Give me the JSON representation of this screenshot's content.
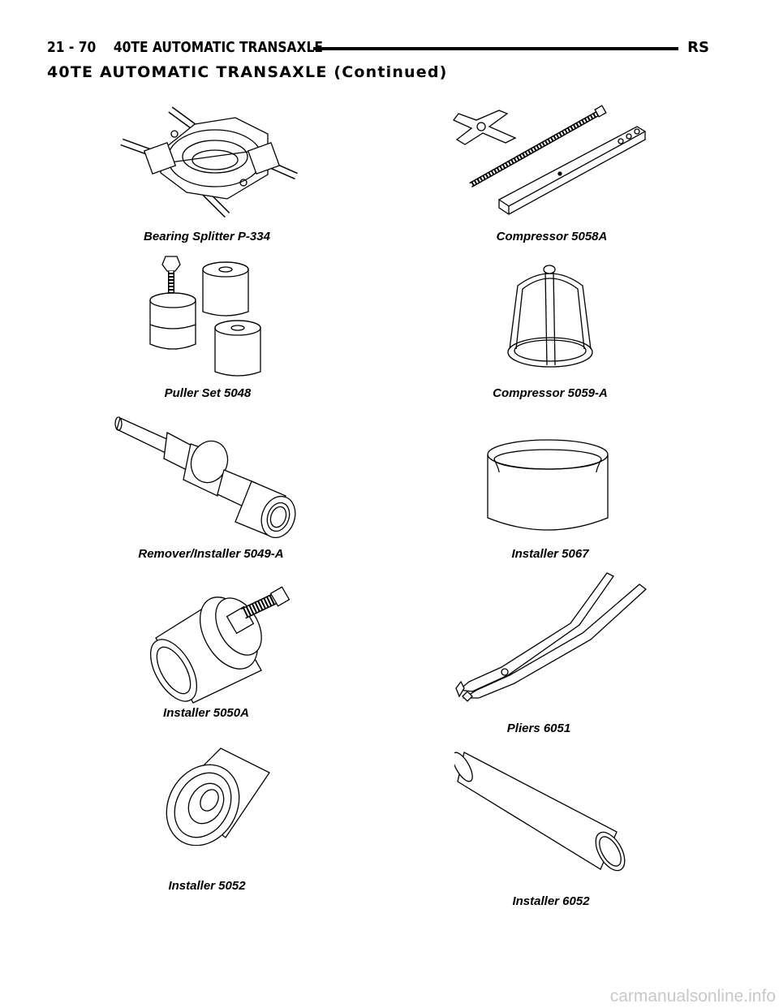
{
  "header": {
    "page_ref": "21 - 70",
    "section_title": "40TE AUTOMATIC TRANSAXLE",
    "model_code": "RS"
  },
  "subtitle": "40TE AUTOMATIC TRANSAXLE (Continued)",
  "tools": [
    {
      "caption": "Bearing Splitter P-334",
      "icon": "bearing-splitter-illustration"
    },
    {
      "caption": "Compressor 5058A",
      "icon": "compressor-illustration"
    },
    {
      "caption": "Puller Set 5048",
      "icon": "puller-set-illustration"
    },
    {
      "caption": "Compressor 5059-A",
      "icon": "spring-compressor-illustration"
    },
    {
      "caption": "Remover/Installer 5049-A",
      "icon": "remover-installer-illustration"
    },
    {
      "caption": "Installer 5067",
      "icon": "ring-installer-illustration"
    },
    {
      "caption": "Installer 5050A",
      "icon": "bearing-installer-illustration"
    },
    {
      "caption": "Pliers 6051",
      "icon": "pliers-illustration"
    },
    {
      "caption": "Installer 5052",
      "icon": "cup-installer-illustration"
    },
    {
      "caption": "Installer 6052",
      "icon": "tube-installer-illustration"
    }
  ],
  "watermark": "carmanualsonline.info"
}
